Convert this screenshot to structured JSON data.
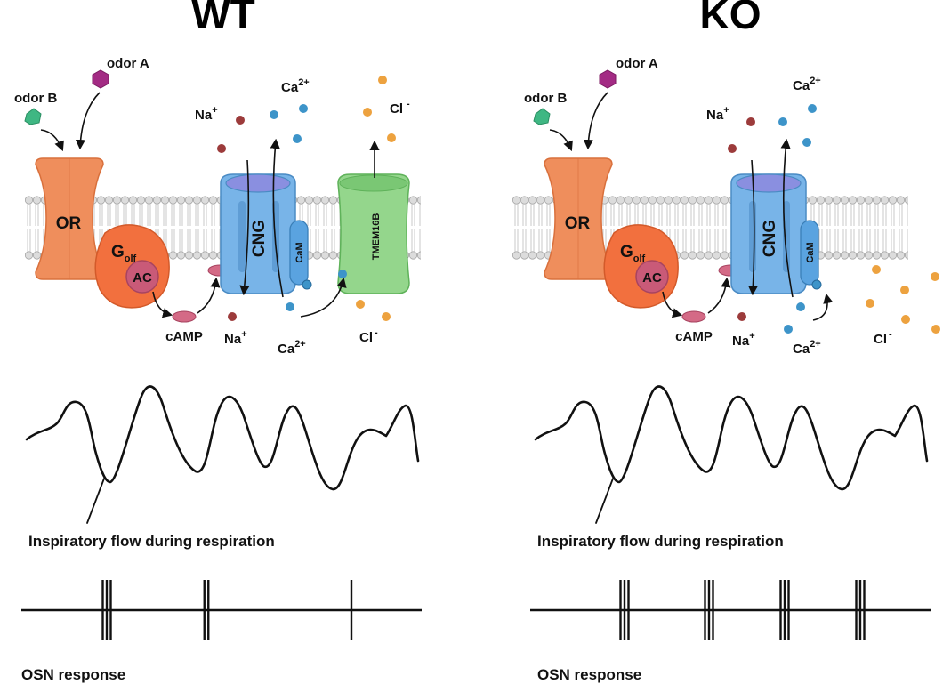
{
  "panels": [
    {
      "title": "WT",
      "labels": {
        "odor_a": "odor A",
        "odor_b": "odor B",
        "or": "OR",
        "golf": "G",
        "golf_sub": "olf",
        "ac": "AC",
        "camp": "cAMP",
        "na_top": "Na",
        "na_bottom": "Na",
        "na_sup": "+",
        "ca_top": "Ca",
        "ca_bottom": "Ca",
        "ca_sup": "2+",
        "cl_top": "Cl",
        "cl_bottom": "Cl",
        "cl_sup": "-",
        "cng": "CNG",
        "cam": "CaM",
        "tmem": "TMEM16B"
      },
      "caption_flow": "Inspiratory flow during respiration",
      "caption_osn": "OSN response"
    },
    {
      "title": "KO",
      "labels": {
        "odor_a": "odor A",
        "odor_b": "odor B",
        "or": "OR",
        "golf": "G",
        "golf_sub": "olf",
        "ac": "AC",
        "camp": "cAMP",
        "na_top": "Na",
        "na_bottom": "Na",
        "na_sup": "+",
        "ca_top": "Ca",
        "ca_bottom": "Ca",
        "ca_sup": "2+",
        "cl_bottom": "Cl",
        "cl_sup": "-",
        "cng": "CNG",
        "cam": "CaM"
      },
      "caption_flow": "Inspiratory flow during respiration",
      "caption_osn": "OSN response"
    }
  ],
  "colors": {
    "odorant_receptor": "#ef8e5c",
    "g_olf": "#f2703e",
    "adenylyl_cyclase": "#c95a78",
    "camp": "#d46a86",
    "cng_channel": "#78b4e8",
    "calmodulin": "#5aa3e0",
    "tmem16b": "#94d68c",
    "sodium_ion": "#9c3b3b",
    "calcium_ion": "#3d94c9",
    "chloride_ion": "#eda23f",
    "odor_a": "#a32b84",
    "odor_b": "#3fb783"
  },
  "osn_spike_groups": {
    "WT": [
      3,
      2,
      1
    ],
    "KO": [
      3,
      3,
      3,
      3
    ]
  }
}
